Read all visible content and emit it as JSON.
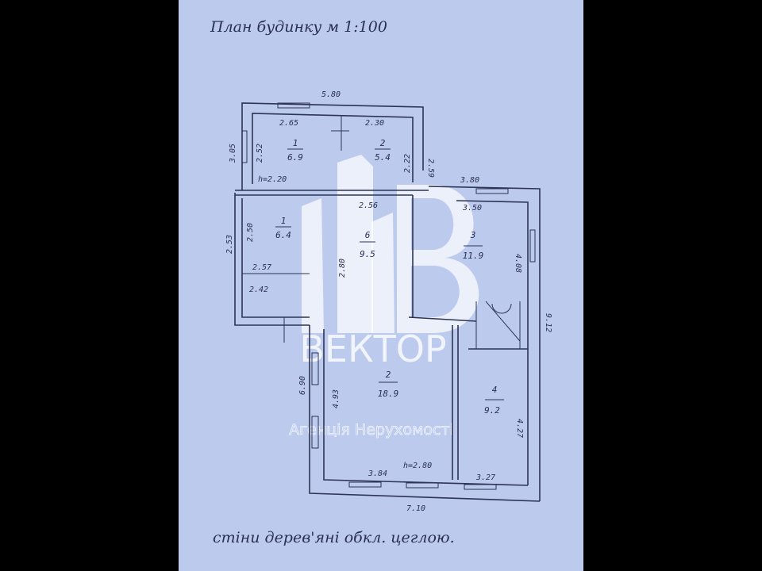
{
  "title": "План будинку м 1:100",
  "footer_note": "стіни дерев'яні обкл. цеглою.",
  "watermark": {
    "brand": "ВЕКТОР",
    "tagline": "Агенція Нерухомості",
    "logo_letter": "В"
  },
  "dimensions": {
    "top_width": "5.80",
    "room1_width": "2.65",
    "room2_width": "2.30",
    "top_left_height": "3.05",
    "room1_height": "2.52",
    "room2_height": "2.22",
    "top_right_height": "2.59",
    "top_ceiling": "h=2.20",
    "right_top": "3.80",
    "room3_width": "3.50",
    "corridor_width": "2.56",
    "mid_room1_height": "2.50",
    "mid_left_height": "2.53",
    "mid_room1_width": "2.57",
    "lower_left_width": "2.42",
    "corridor_height": "2.80",
    "room3_height": "4.08",
    "right_total": "9.12",
    "bottom_left_height": "6.90",
    "room2b_height": "4.93",
    "room4_height": "4.27",
    "bottom_ceiling": "h=2.80",
    "room2b_width": "3.84",
    "room4_width": "3.27",
    "bottom_width": "7.10"
  },
  "rooms": [
    {
      "num": "1",
      "area": "6.9"
    },
    {
      "num": "2",
      "area": "5.4"
    },
    {
      "num": "1",
      "area": "6.4"
    },
    {
      "num": "6",
      "area": "9.5"
    },
    {
      "num": "3",
      "area": "11.9"
    },
    {
      "num": "2",
      "area": "18.9"
    },
    {
      "num": "4",
      "area": "9.2"
    }
  ],
  "colors": {
    "paper": "#bccaee",
    "ink": "#2d3456"
  }
}
